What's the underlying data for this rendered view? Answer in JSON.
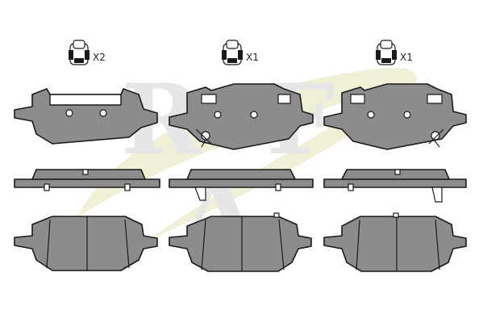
{
  "watermark": {
    "color": "#e6e6e6",
    "swoosh_color": "#eeeecc"
  },
  "colors": {
    "pad_fill": "#8c8c8c",
    "pad_stroke": "#1a1a1a"
  },
  "quantities": [
    {
      "icon": "car-wheel-icon",
      "label": "X2"
    },
    {
      "icon": "car-wheel-icon",
      "label": "X1"
    },
    {
      "icon": "car-wheel-icon",
      "label": "X1"
    }
  ]
}
